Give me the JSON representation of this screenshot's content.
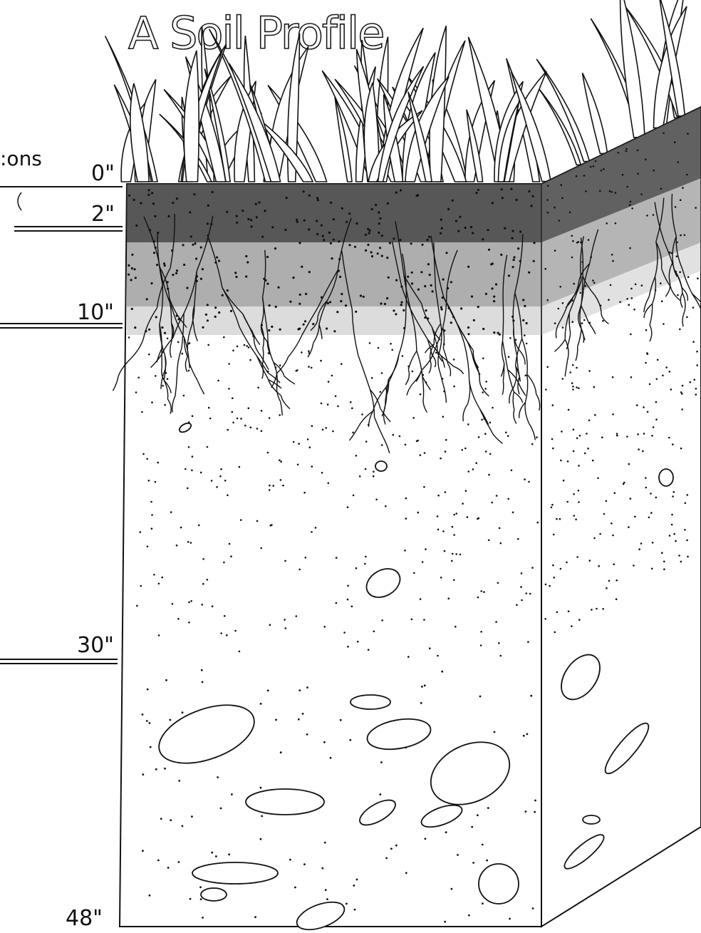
{
  "title": "A Soil Profile",
  "partial_header": ":ons",
  "depth_labels": [
    "0\"",
    "2\"",
    "10\"",
    "30\"",
    "48\""
  ],
  "colors": {
    "ink": "#111111",
    "background": "#ffffff",
    "dark_soil": "#3a3a3a"
  }
}
